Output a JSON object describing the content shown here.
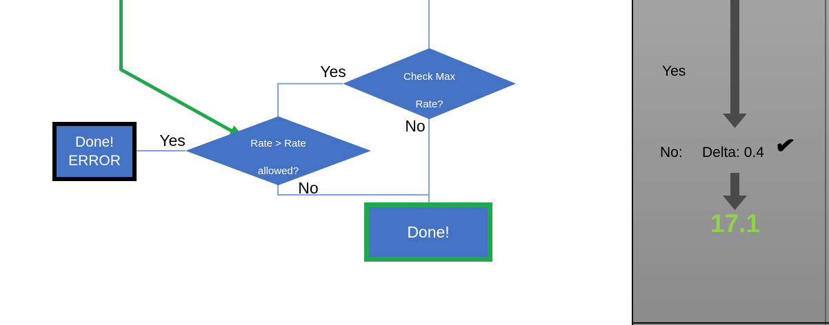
{
  "flowchart": {
    "check_max_diamond": {
      "line1": "Check Max",
      "line2": "Rate?"
    },
    "rate_diamond": {
      "line1": "Rate > Rate",
      "line2": "allowed?"
    },
    "done_error_box": {
      "line1": "Done!",
      "line2": "ERROR"
    },
    "done_box": {
      "label": "Done!"
    },
    "labels": {
      "check_max_yes": "Yes",
      "check_max_no": "No",
      "rate_yes": "Yes",
      "rate_no": "No"
    }
  },
  "side_panel": {
    "yes_label": "Yes",
    "no_label": "No:",
    "delta_label": "Delta: 0.4",
    "checkmark": "✔",
    "result_value": "17.1"
  },
  "colors": {
    "shape_blue": "#4472C4",
    "flow_green": "#1FA94C",
    "result_green": "#92D050",
    "panel_grey": "#989898",
    "arrow_grey": "#4A4A4A"
  }
}
